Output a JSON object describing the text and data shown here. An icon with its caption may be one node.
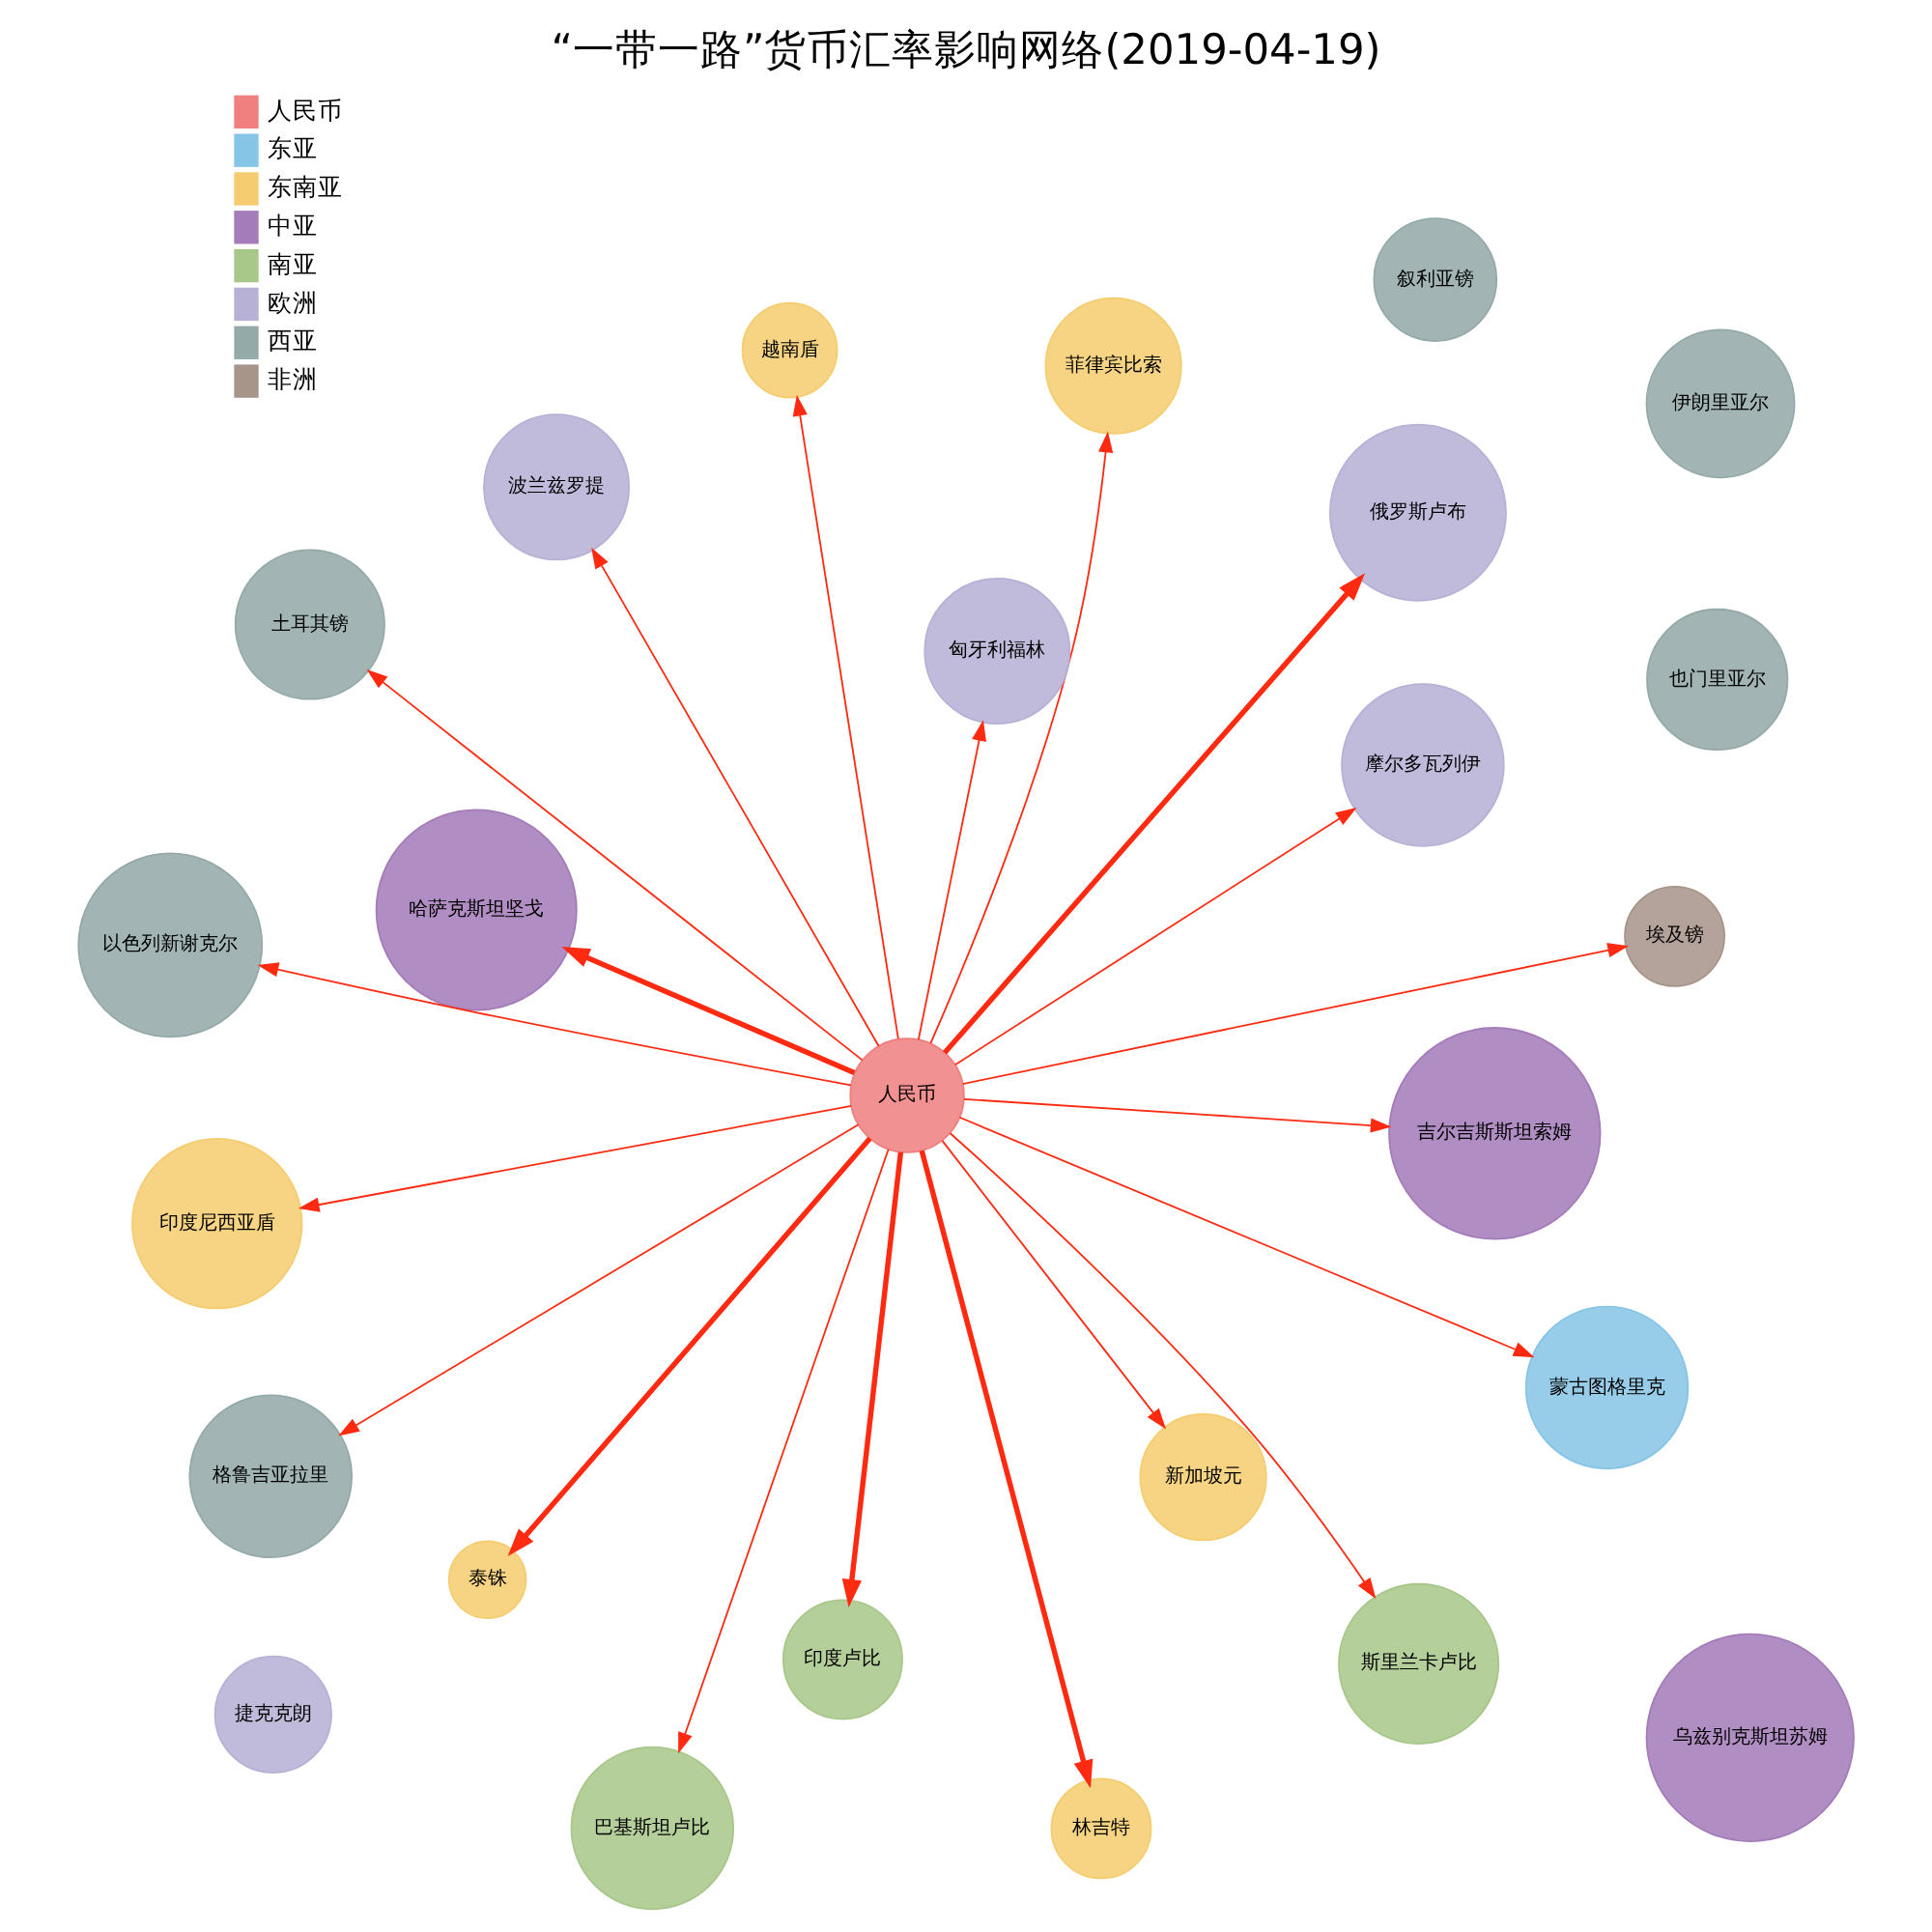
{
  "diagram": {
    "title": "“一带一路”货币汇率影响网络(2019-04-19)",
    "nodes": [
      {
        "text": [
          "人民币"
        ]
      },
      {
        "text": [
          "乌兹别克斯坦苏姆"
        ]
      },
      {
        "text": [
          "也门里亚尔"
        ]
      },
      {
        "text": [
          "吉尔吉斯斯坦索姆"
        ]
      },
      {
        "text": [
          "巴基斯坦卢比"
        ]
      },
      {
        "text": [
          "越南盾"
        ]
      },
      {
        "text": [
          "摩尔多瓦列伊"
        ]
      },
      {
        "text": [
          "哈萨克斯坦坚戈"
        ]
      },
      {
        "text": [
          "格鲁吉亚拉里"
        ]
      },
      {
        "text": [
          "蒙古图格里克"
        ]
      },
      {
        "text": [
          "泰铢"
        ]
      },
      {
        "text": [
          "林吉特"
        ]
      },
      {
        "text": [
          "印度卢比"
        ]
      },
      {
        "text": [
          "印度尼西亚盾"
        ]
      },
      {
        "text": [
          "伊朗里亚尔"
        ]
      },
      {
        "text": [
          "埃及镑"
        ]
      },
      {
        "text": [
          "俄罗斯卢布"
        ]
      },
      {
        "text": [
          "菲律宾比索"
        ]
      },
      {
        "text": [
          "新加坡元"
        ]
      },
      {
        "text": [
          "斯里兰卡卢比"
        ]
      },
      {
        "text": [
          "土耳其镑"
        ]
      },
      {
        "text": [
          "叙利亚镑"
        ]
      },
      {
        "text": [
          "以色列新谢克尔"
        ]
      },
      {
        "text": [
          "波兰兹罗提"
        ]
      },
      {
        "text": [
          "匈牙利福林"
        ]
      },
      {
        "text": [
          "捷克克朗"
        ]
      }
    ],
    "edges": [
      {
        "from": 0,
        "to": 6,
        "arrow": "to"
      },
      {
        "from": 0,
        "to": 5,
        "arrow": "to"
      },
      {
        "from": 0,
        "to": 4,
        "arrow": "to"
      },
      {
        "from": 0,
        "to": 7,
        "arrow": "to",
        "style": "thick"
      },
      {
        "from": 0,
        "to": 3,
        "arrow": "to"
      },
      {
        "from": 0,
        "to": 8,
        "arrow": "to"
      },
      {
        "from": 0,
        "to": 9,
        "arrow": "to"
      },
      {
        "from": 0,
        "to": 15,
        "arrow": "to"
      },
      {
        "from": 0,
        "to": 19,
        "arrow": "to"
      },
      {
        "from": 0,
        "to": 10,
        "arrow": "to",
        "style": "thick"
      },
      {
        "from": 0,
        "to": 11,
        "arrow": "to",
        "style": "thick"
      },
      {
        "from": 0,
        "to": 12,
        "arrow": "to",
        "style": "thick"
      },
      {
        "from": 0,
        "to": 13,
        "arrow": "to"
      },
      {
        "from": 0,
        "to": 16,
        "arrow": "to",
        "style": "thick"
      },
      {
        "from": 0,
        "to": 17,
        "arrow": "to"
      },
      {
        "from": 0,
        "to": 18,
        "arrow": "to"
      },
      {
        "from": 0,
        "to": 20,
        "arrow": "to"
      },
      {
        "from": 0,
        "to": 22,
        "arrow": "to"
      },
      {
        "from": 0,
        "to": 23,
        "arrow": "to"
      },
      {
        "from": 0,
        "to": 24,
        "arrow": "to"
      }
    ],
    "legend": [
      {
        "text": "人民币",
        "color": "#f08080"
      },
      {
        "text": "东亚",
        "color": "#87c5e6"
      },
      {
        "text": "东南亚",
        "color": "#f5cd70"
      },
      {
        "text": "中亚",
        "color": "#a47cb9"
      },
      {
        "text": "南亚",
        "color": "#a8c88a"
      },
      {
        "text": "欧洲",
        "color": "#b6b1d5"
      },
      {
        "text": "西亚",
        "color": "#94aaa8"
      },
      {
        "text": "非洲",
        "color": "#a8958a"
      }
    ]
  }
}
